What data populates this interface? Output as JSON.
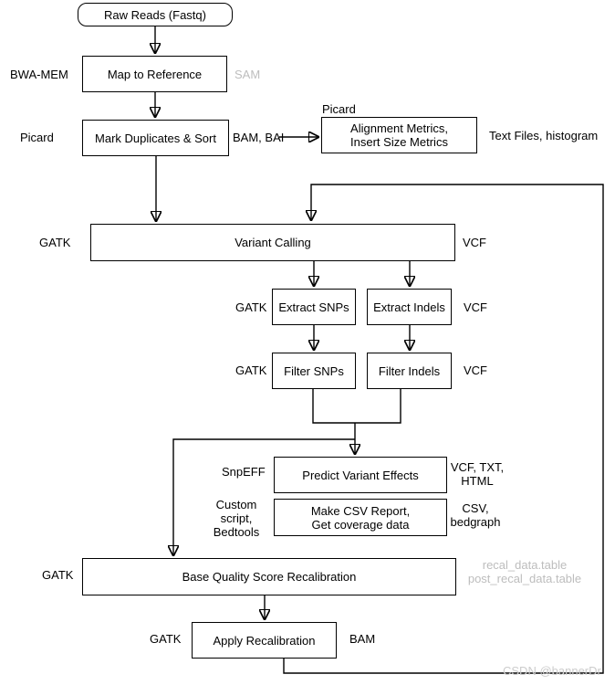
{
  "colors": {
    "line": "#000000",
    "box_border": "#000000",
    "box_fill": "#ffffff",
    "text": "#000000",
    "muted_text": "#bdbdbd",
    "watermark_text": "#cccccc"
  },
  "nodes": {
    "raw_reads": {
      "label": "Raw Reads (Fastq)"
    },
    "map_ref": {
      "label": "Map to Reference"
    },
    "mark_dup": {
      "label": "Mark Duplicates & Sort"
    },
    "metrics": {
      "line1": "Alignment Metrics,",
      "line2": "Insert Size Metrics"
    },
    "variant_calling": {
      "label": "Variant Calling"
    },
    "extract_snps": {
      "label": "Extract SNPs"
    },
    "extract_indels": {
      "label": "Extract Indels"
    },
    "filter_snps": {
      "label": "Filter SNPs"
    },
    "filter_indels": {
      "label": "Filter Indels"
    },
    "predict": {
      "label": "Predict Variant Effects"
    },
    "make_csv": {
      "line1": "Make CSV Report,",
      "line2": "Get coverage data"
    },
    "bqsr": {
      "label": "Base Quality Score Recalibration"
    },
    "apply_recal": {
      "label": "Apply Recalibration"
    }
  },
  "labels": {
    "bwa_mem": "BWA-MEM",
    "sam": "SAM",
    "picard_mark_dup": "Picard",
    "bam_bai": "BAM, BAI",
    "picard_metrics": "Picard",
    "text_files": "Text Files, histogram",
    "gatk_variant_calling": "GATK",
    "vcf_variant_calling": "VCF",
    "gatk_extract": "GATK",
    "vcf_extract": "VCF",
    "gatk_filter": "GATK",
    "vcf_filter": "VCF",
    "snpeff": "SnpEFF",
    "vcf_txt_line1": "VCF, TXT,",
    "vcf_txt_line2": "HTML",
    "custom_line1": "Custom",
    "custom_line2": "script,",
    "custom_line3": "Bedtools",
    "csv_line1": "CSV,",
    "csv_line2": "bedgraph",
    "gatk_bqsr": "GATK",
    "recal_line1": "recal_data.table",
    "recal_line2": "post_recal_data.table",
    "gatk_apply": "GATK",
    "bam": "BAM",
    "watermark": "CSDN @bannerDr"
  }
}
